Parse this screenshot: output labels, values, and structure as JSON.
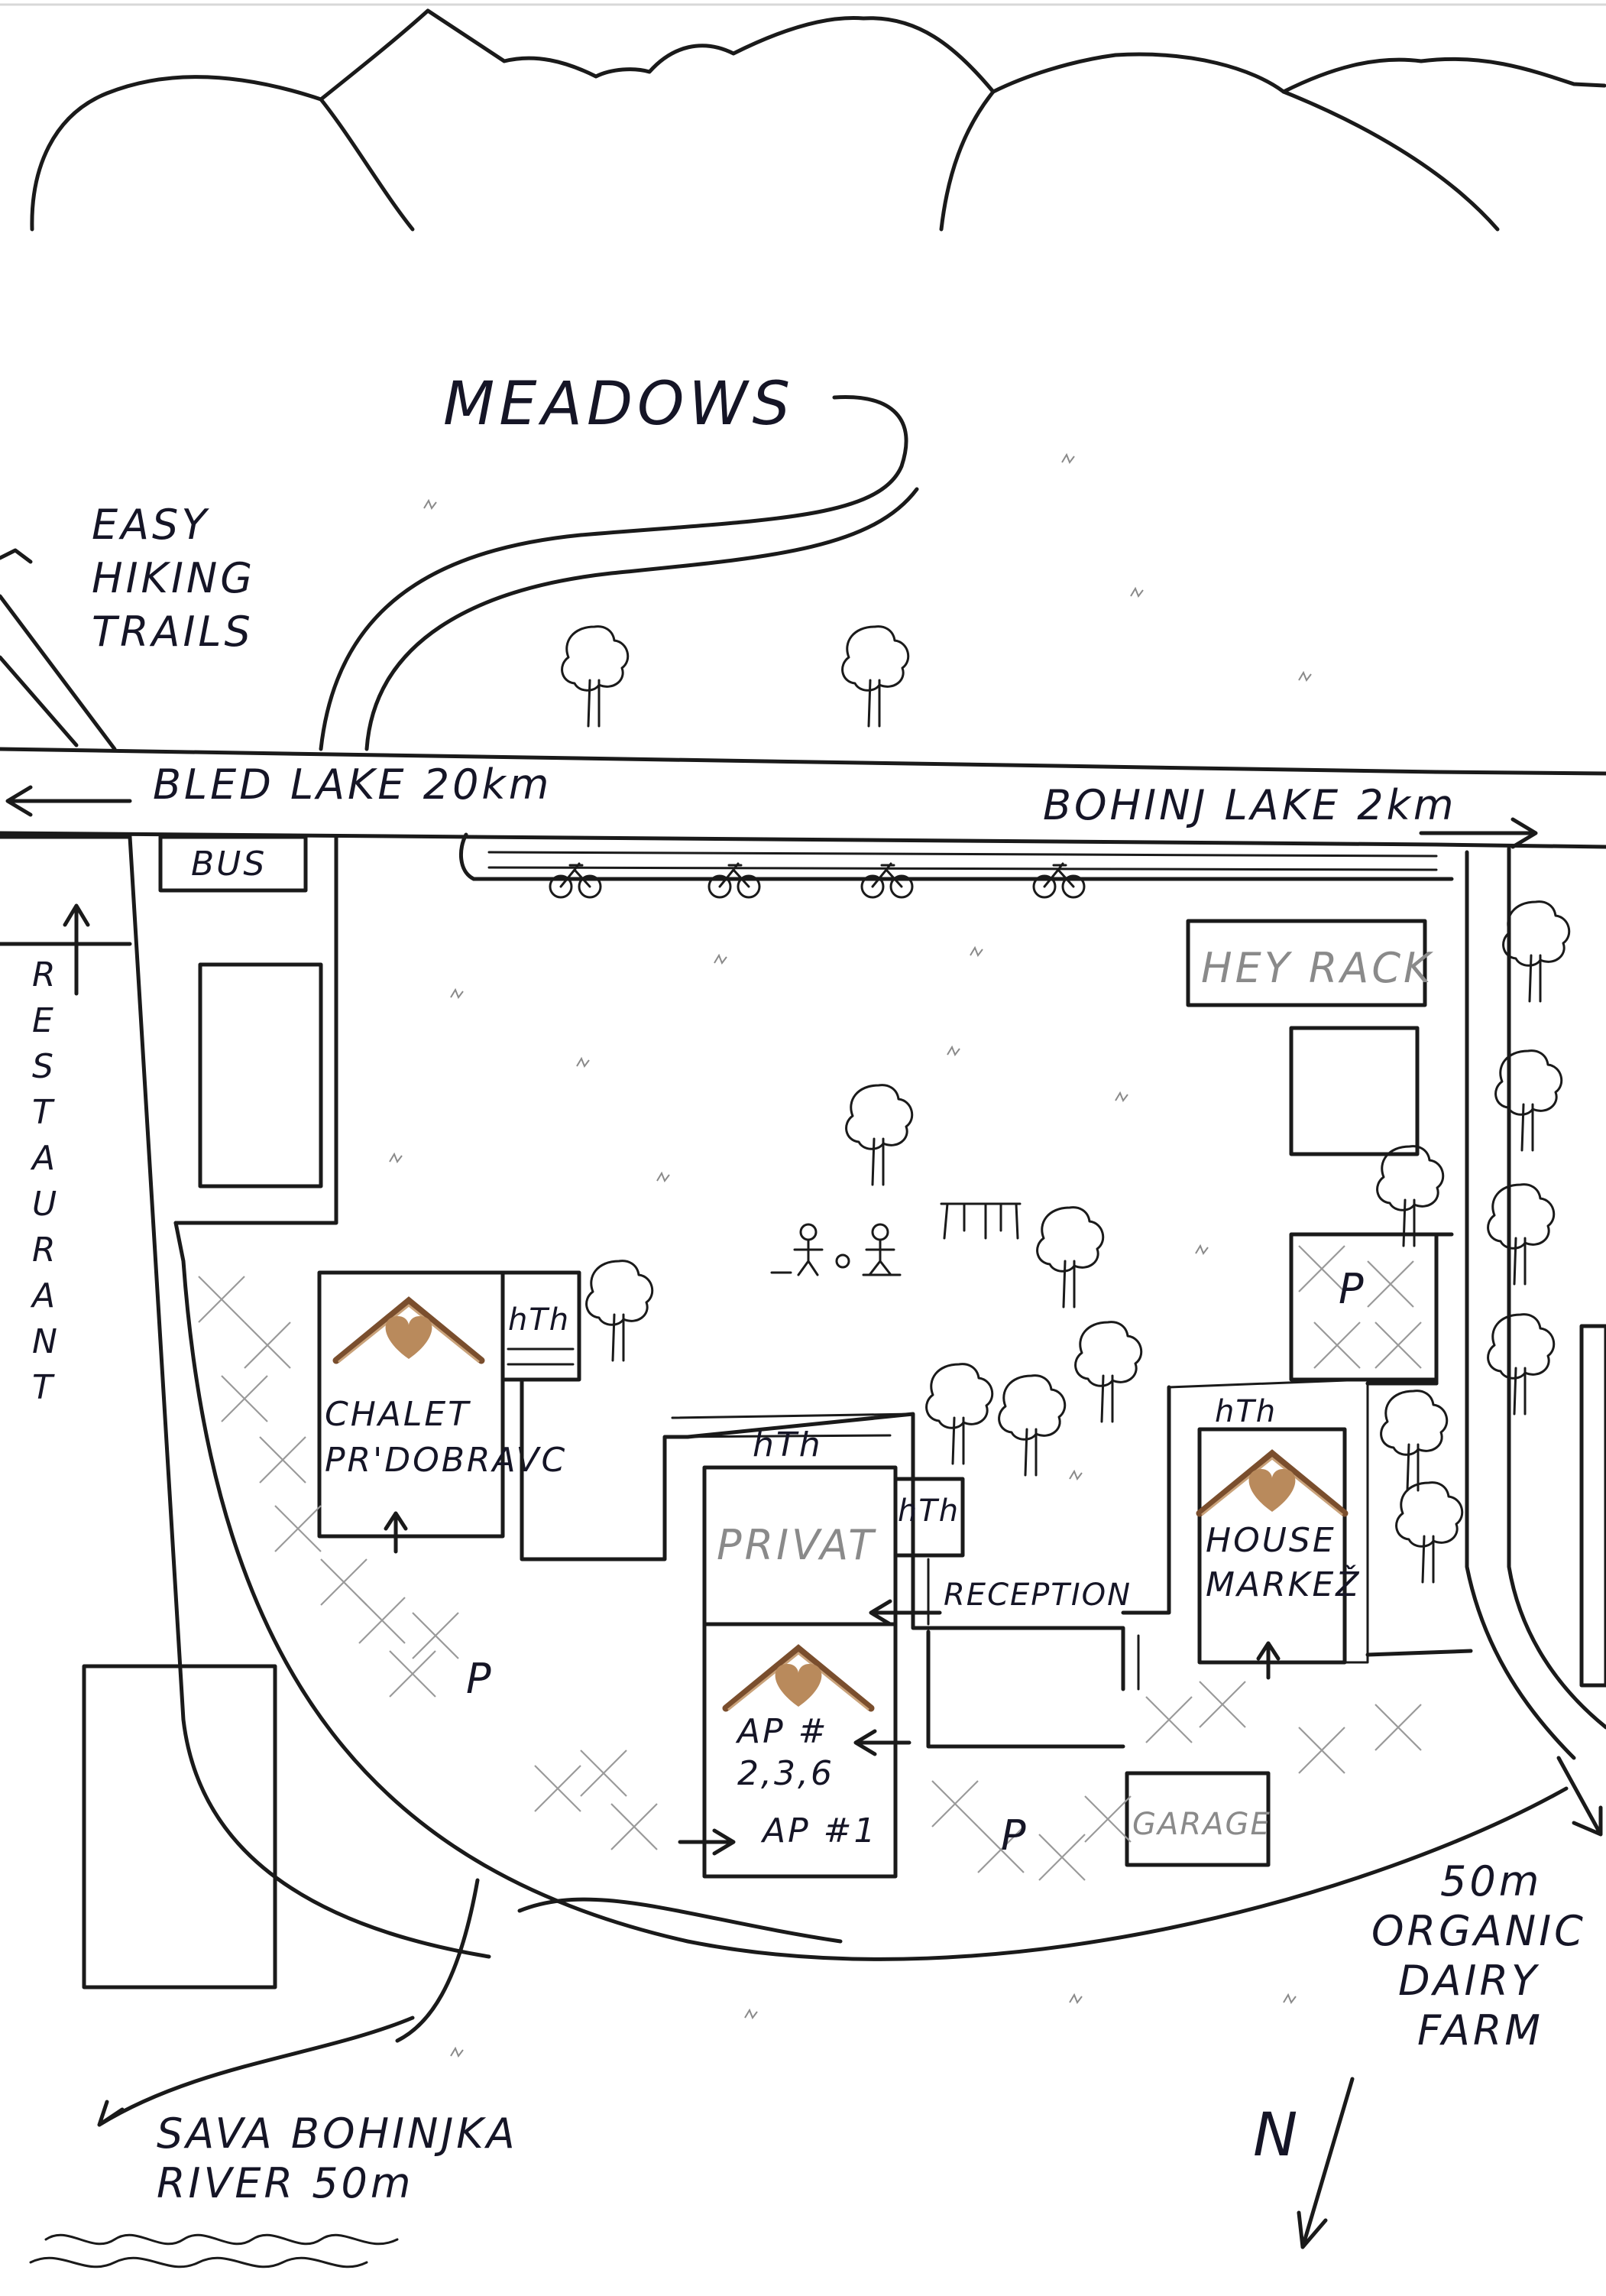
{
  "map": {
    "labels": {
      "meadows": "MEADOWS",
      "easy_hiking_trails": [
        "EASY",
        "HIKING",
        "TRAILS"
      ],
      "bled_lake": "BLED LAKE 20km",
      "bohinj_lake": "BOHINJ LAKE 2km",
      "bus": "BUS",
      "restaurant": [
        "R",
        "E",
        "S",
        "T",
        "A",
        "U",
        "R",
        "A",
        "N",
        "T"
      ],
      "hey_rack": "HEY RACK",
      "chalet": [
        "CHALET",
        "PR'DOBRAVC"
      ],
      "privat": "PRIVAT",
      "reception": "RECEPTION",
      "house": [
        "HOUSE",
        "MARKEŽ"
      ],
      "ap_236": [
        "AP #",
        "2,3,6"
      ],
      "ap_1": "AP #1",
      "garage": "GARAGE",
      "parking": "P",
      "hth": "hTh",
      "dairy_farm": [
        "50m",
        "ORGANIC",
        "DAIRY",
        "FARM"
      ],
      "river": [
        "SAVA BOHINJKA",
        "RIVER 50m"
      ],
      "north": "N"
    },
    "colors": {
      "ink": "#1a1a1a",
      "text": "#151526",
      "hatch": "#9a9a9a",
      "logo_brown": "#7a4e2d",
      "logo_heart": "#b98a5c"
    },
    "icons": [
      "mountain-ridge",
      "tree-icon",
      "bicycle-icon",
      "swing-set-icon",
      "playground-figures-icon",
      "heart-roof-logo",
      "north-arrow-icon",
      "water-waves-icon"
    ]
  }
}
